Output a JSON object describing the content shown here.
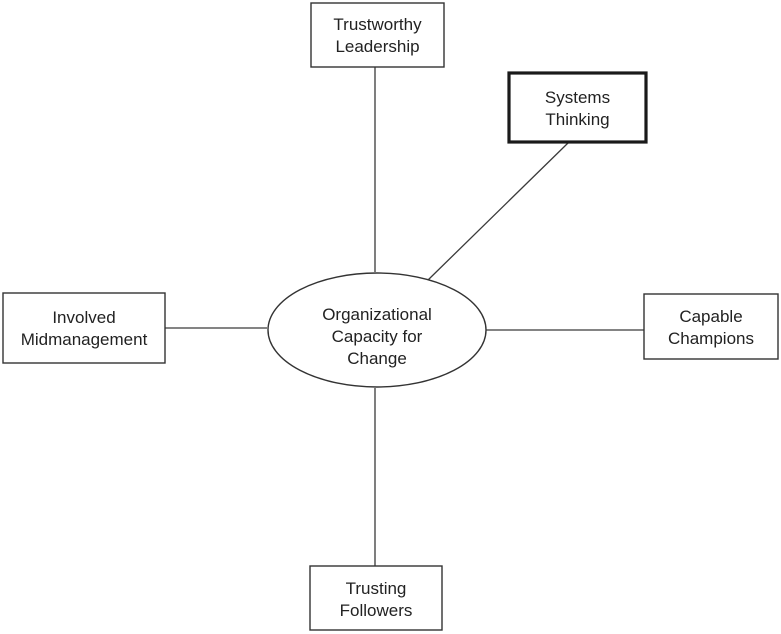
{
  "center": {
    "line1": "Organizational",
    "line2": "Capacity for",
    "line3": "Change"
  },
  "nodes": {
    "top": {
      "line1": "Trustworthy",
      "line2": "Leadership"
    },
    "top_right": {
      "line1": "Systems",
      "line2": "Thinking",
      "emphasized": true
    },
    "right": {
      "line1": "Capable",
      "line2": "Champions"
    },
    "bottom": {
      "line1": "Trusting",
      "line2": "Followers"
    },
    "left": {
      "line1": "Involved",
      "line2": "Midmanagement"
    }
  },
  "colors": {
    "stroke": "#333333",
    "text": "#222222",
    "background": "#ffffff"
  }
}
